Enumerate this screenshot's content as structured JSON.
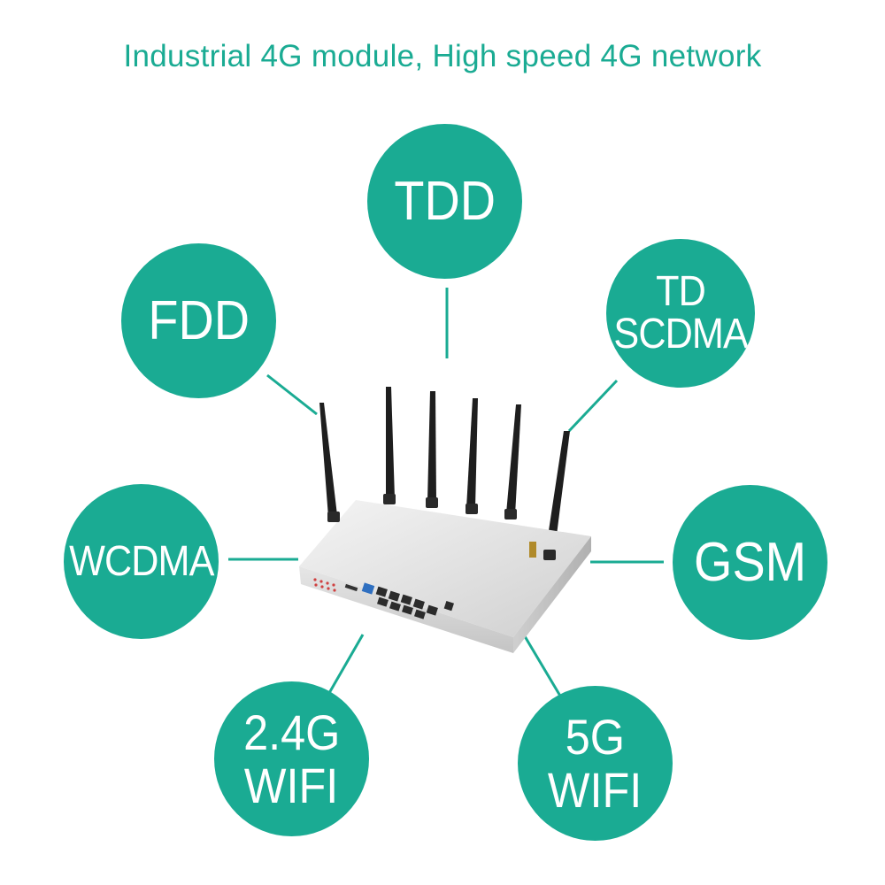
{
  "headline": "Industrial 4G module, High speed 4G network",
  "accent_color": "#1aab93",
  "headline_color": "#1aab93",
  "bubbles": {
    "tdd": {
      "lines": [
        "TDD"
      ]
    },
    "fdd": {
      "lines": [
        "FDD"
      ]
    },
    "tdscdma": {
      "lines": [
        "TD",
        "SCDMA"
      ]
    },
    "wcdma": {
      "lines": [
        "WCDMA"
      ]
    },
    "gsm": {
      "lines": [
        "GSM"
      ]
    },
    "wifi24": {
      "lines": [
        "2.4G",
        "WIFI"
      ]
    },
    "wifi5": {
      "lines": [
        "5G",
        "WIFI"
      ]
    }
  },
  "product_icon": "4g-router-with-six-antennas"
}
